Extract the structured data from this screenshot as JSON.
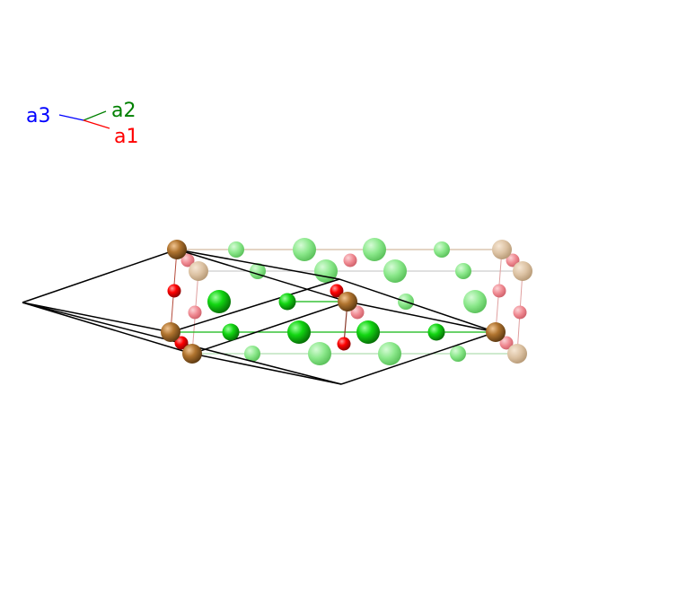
{
  "colors": {
    "background": "#ffffff",
    "a1": "#ff0000",
    "a2": "#008000",
    "a3": "#0000ff",
    "cell_edge": "#000000",
    "atom_brown": "#b0742f",
    "atom_brown_faded": "#dcc2a3",
    "atom_green": "#12d612",
    "atom_green_faded": "#8ae88a",
    "atom_red": "#ff0000",
    "atom_red_faded": "#f08a92"
  },
  "axes": {
    "a1": {
      "label": "a1"
    },
    "a2": {
      "label": "a2"
    },
    "a3": {
      "label": "a3"
    }
  },
  "structure": {
    "atom_species": [
      {
        "icon": "brown-atom-icon",
        "color": "#b0742f"
      },
      {
        "icon": "green-atom-icon",
        "color": "#12d612"
      },
      {
        "icon": "red-atom-icon",
        "color": "#ff0000"
      }
    ]
  }
}
